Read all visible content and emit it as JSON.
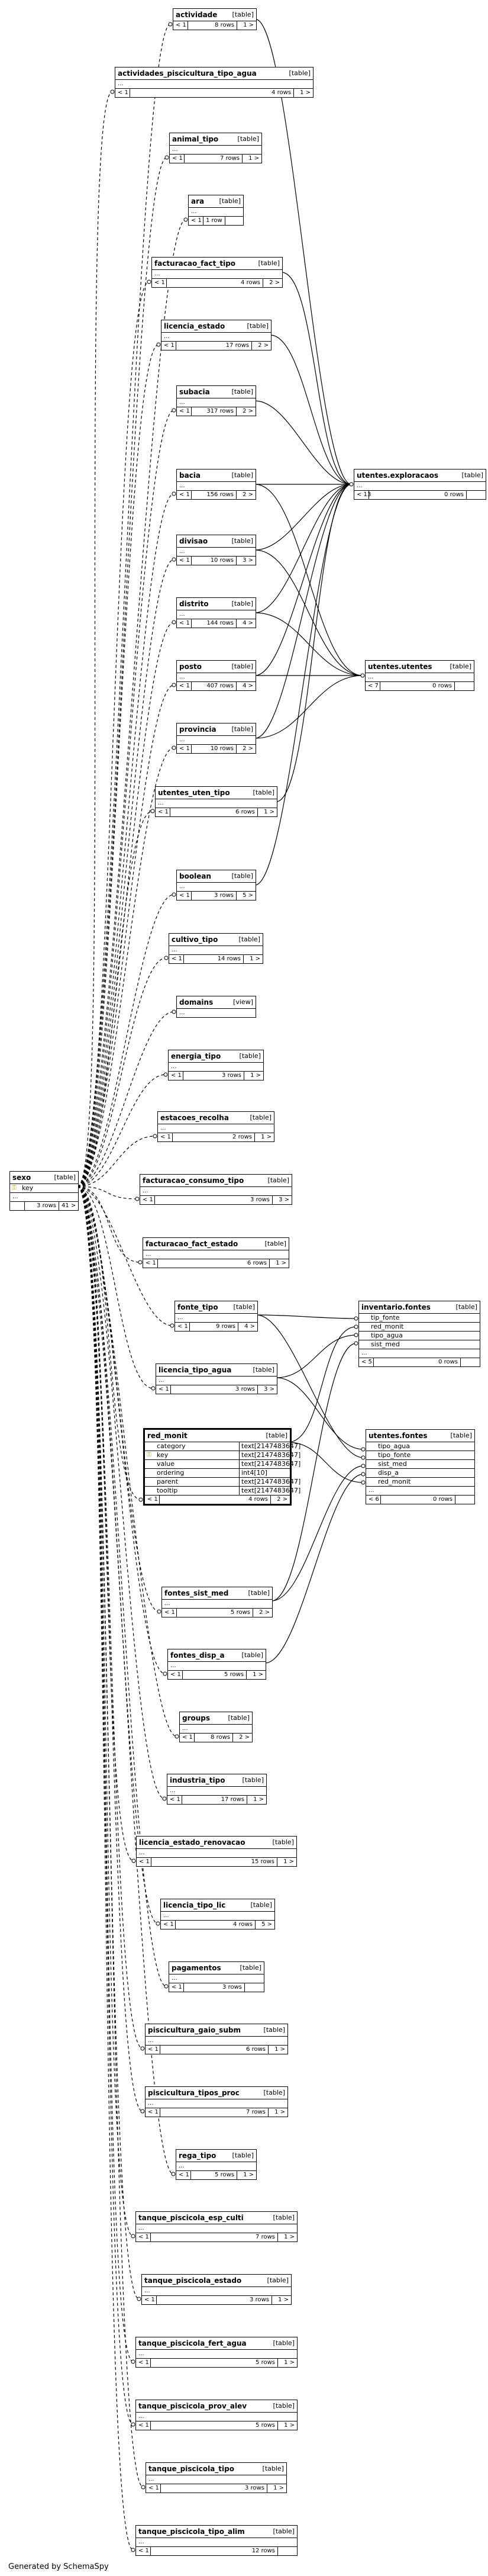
{
  "tables": [
    {
      "id": "actividade",
      "name": "actividade",
      "type": "[table]",
      "rows": "8 rows",
      "c1": "< 1",
      "c3": "1 >"
    },
    {
      "id": "act_pisc",
      "name": "actividades_piscicultura_tipo_agua",
      "type": "[table]",
      "rows": "4 rows",
      "c1": "< 1",
      "c3": "1 >",
      "dots": "..."
    },
    {
      "id": "animal_tipo",
      "name": "animal_tipo",
      "type": "[table]",
      "rows": "7 rows",
      "c1": "< 1",
      "c3": "1 >",
      "dots": "..."
    },
    {
      "id": "ara",
      "name": "ara",
      "type": "[table]",
      "rows": "1 row",
      "c1": "< 1",
      "dots": "..."
    },
    {
      "id": "fact_tipo",
      "name": "facturacao_fact_tipo",
      "type": "[table]",
      "rows": "4 rows",
      "c1": "< 1",
      "c3": "2 >",
      "dots": "..."
    },
    {
      "id": "lic_estado",
      "name": "licencia_estado",
      "type": "[table]",
      "rows": "17 rows",
      "c1": "< 1",
      "c3": "2 >",
      "dots": "..."
    },
    {
      "id": "subacia",
      "name": "subacia",
      "type": "[table]",
      "rows": "317 rows",
      "c1": "< 1",
      "c3": "2 >",
      "dots": "..."
    },
    {
      "id": "bacia",
      "name": "bacia",
      "type": "[table]",
      "rows": "156 rows",
      "c1": "< 1",
      "c3": "2 >",
      "dots": "..."
    },
    {
      "id": "divisao",
      "name": "divisao",
      "type": "[table]",
      "rows": "10 rows",
      "c1": "< 1",
      "c3": "3 >",
      "dots": "..."
    },
    {
      "id": "distrito",
      "name": "distrito",
      "type": "[table]",
      "rows": "144 rows",
      "c1": "< 1",
      "c3": "4 >",
      "dots": "..."
    },
    {
      "id": "posto",
      "name": "posto",
      "type": "[table]",
      "rows": "407 rows",
      "c1": "< 1",
      "c3": "4 >",
      "dots": "..."
    },
    {
      "id": "provincia",
      "name": "provincia",
      "type": "[table]",
      "rows": "10 rows",
      "c1": "< 1",
      "c3": "2 >",
      "dots": "..."
    },
    {
      "id": "uten_tipo",
      "name": "utentes_uten_tipo",
      "type": "[table]",
      "rows": "6 rows",
      "c1": "< 1",
      "c3": "1 >",
      "dots": "..."
    },
    {
      "id": "explor",
      "name": "utentes.exploracaos",
      "type": "[table]",
      "rows": "0 rows",
      "c1": "< 13",
      "dots": "..."
    },
    {
      "id": "utentes",
      "name": "utentes.utentes",
      "type": "[table]",
      "rows": "0 rows",
      "c1": "< 7",
      "dots": "..."
    },
    {
      "id": "boolean",
      "name": "boolean",
      "type": "[table]",
      "rows": "3 rows",
      "c1": "< 1",
      "c3": "5 >",
      "dots": "..."
    },
    {
      "id": "cultivo",
      "name": "cultivo_tipo",
      "type": "[table]",
      "rows": "14 rows",
      "c1": "< 1",
      "c3": "1 >",
      "dots": "..."
    },
    {
      "id": "domains",
      "name": "domains",
      "type": "[view]",
      "dots": "..."
    },
    {
      "id": "energia",
      "name": "energia_tipo",
      "type": "[table]",
      "rows": "3 rows",
      "c1": "< 1",
      "c3": "1 >",
      "dots": "..."
    },
    {
      "id": "recolha",
      "name": "estacoes_recolha",
      "type": "[table]",
      "rows": "2 rows",
      "c1": "< 1",
      "c3": "1 >",
      "dots": "..."
    },
    {
      "id": "consumo",
      "name": "facturacao_consumo_tipo",
      "type": "[table]",
      "rows": "3 rows",
      "c1": "< 1",
      "c3": "3 >",
      "dots": "..."
    },
    {
      "id": "fact_estado",
      "name": "facturacao_fact_estado",
      "type": "[table]",
      "rows": "6 rows",
      "c1": "< 1",
      "c3": "1 >",
      "dots": "..."
    },
    {
      "id": "fonte_tipo",
      "name": "fonte_tipo",
      "type": "[table]",
      "rows": "9 rows",
      "c1": "< 1",
      "c3": "4 >",
      "dots": "..."
    },
    {
      "id": "lic_agua",
      "name": "licencia_tipo_agua",
      "type": "[table]",
      "rows": "3 rows",
      "c1": "< 1",
      "c3": "3 >",
      "dots": "..."
    },
    {
      "id": "inv_fontes",
      "name": "inventario.fontes",
      "type": "[table]",
      "rows": "0 rows",
      "c1": "< 5",
      "dots": "...",
      "cols": [
        {
          "name": "tip_fonte"
        },
        {
          "name": "red_monit"
        },
        {
          "name": "tipo_agua"
        },
        {
          "name": "sist_med"
        }
      ]
    },
    {
      "id": "uten_fontes",
      "name": "utentes.fontes",
      "type": "[table]",
      "rows": "0 rows",
      "c1": "< 6",
      "dots": "...",
      "cols": [
        {
          "name": "tipo_agua"
        },
        {
          "name": "tipo_fonte"
        },
        {
          "name": "sist_med"
        },
        {
          "name": "disp_a"
        },
        {
          "name": "red_monit"
        }
      ]
    },
    {
      "id": "red_monit",
      "name": "red_monit",
      "type": "[table]",
      "rows": "4 rows",
      "c1": "< 1",
      "c3": "2 >",
      "cols": [
        {
          "name": "category",
          "type": "text[2147483647]"
        },
        {
          "name": "key",
          "type": "text[2147483647]",
          "key": true
        },
        {
          "name": "value",
          "type": "text[2147483647]"
        },
        {
          "name": "ordering",
          "type": "int4[10]"
        },
        {
          "name": "parent",
          "type": "text[2147483647]"
        },
        {
          "name": "tooltip",
          "type": "text[2147483647]"
        }
      ]
    },
    {
      "id": "sist_med",
      "name": "fontes_sist_med",
      "type": "[table]",
      "rows": "5 rows",
      "c1": "< 1",
      "c3": "2 >",
      "dots": "..."
    },
    {
      "id": "disp_a",
      "name": "fontes_disp_a",
      "type": "[table]",
      "rows": "5 rows",
      "c1": "< 1",
      "c3": "1 >",
      "dots": "..."
    },
    {
      "id": "groups",
      "name": "groups",
      "type": "[table]",
      "rows": "8 rows",
      "c1": "< 1",
      "c3": "2 >",
      "dots": "..."
    },
    {
      "id": "industria",
      "name": "industria_tipo",
      "type": "[table]",
      "rows": "17 rows",
      "c1": "< 1",
      "c3": "1 >",
      "dots": "..."
    },
    {
      "id": "renovacao",
      "name": "licencia_estado_renovacao",
      "type": "[table]",
      "rows": "15 rows",
      "c1": "< 1",
      "c3": "1 >",
      "dots": "..."
    },
    {
      "id": "tipo_lic",
      "name": "licencia_tipo_lic",
      "type": "[table]",
      "rows": "4 rows",
      "c1": "< 1",
      "c3": "5 >",
      "dots": "..."
    },
    {
      "id": "pagamentos",
      "name": "pagamentos",
      "type": "[table]",
      "rows": "3 rows",
      "c1": "< 1",
      "dots": "..."
    },
    {
      "id": "gaio",
      "name": "piscicultura_gaio_subm",
      "type": "[table]",
      "rows": "6 rows",
      "c1": "< 1",
      "c3": "1 >",
      "dots": "..."
    },
    {
      "id": "tipos_proc",
      "name": "piscicultura_tipos_proc",
      "type": "[table]",
      "rows": "7 rows",
      "c1": "< 1",
      "c3": "1 >",
      "dots": "..."
    },
    {
      "id": "rega",
      "name": "rega_tipo",
      "type": "[table]",
      "rows": "5 rows",
      "c1": "< 1",
      "c3": "1 >",
      "dots": "..."
    },
    {
      "id": "esp_culti",
      "name": "tanque_piscicola_esp_culti",
      "type": "[table]",
      "rows": "7 rows",
      "c1": "< 1",
      "c3": "1 >",
      "dots": "..."
    },
    {
      "id": "tq_estado",
      "name": "tanque_piscicola_estado",
      "type": "[table]",
      "rows": "3 rows",
      "c1": "< 1",
      "c3": "1 >",
      "dots": "..."
    },
    {
      "id": "fert_agua",
      "name": "tanque_piscicola_fert_agua",
      "type": "[table]",
      "rows": "5 rows",
      "c1": "< 1",
      "c3": "1 >",
      "dots": "..."
    },
    {
      "id": "prov_alev",
      "name": "tanque_piscicola_prov_alev",
      "type": "[table]",
      "rows": "5 rows",
      "c1": "< 1",
      "c3": "1 >",
      "dots": "..."
    },
    {
      "id": "tq_tipo",
      "name": "tanque_piscicola_tipo",
      "type": "[table]",
      "rows": "3 rows",
      "c1": "< 1",
      "c3": "1 >",
      "dots": "..."
    },
    {
      "id": "tipo_alim",
      "name": "tanque_piscicola_tipo_alim",
      "type": "[table]",
      "rows": "12 rows",
      "c1": "< 1",
      "dots": "..."
    },
    {
      "id": "sexo",
      "name": "sexo",
      "type": "[table]",
      "rows": "3 rows",
      "c1": "",
      "c3": "41 >",
      "dots": "...",
      "cols": [
        {
          "name": "key",
          "key": true
        }
      ]
    }
  ],
  "footer": "Generated by SchemaSpy"
}
